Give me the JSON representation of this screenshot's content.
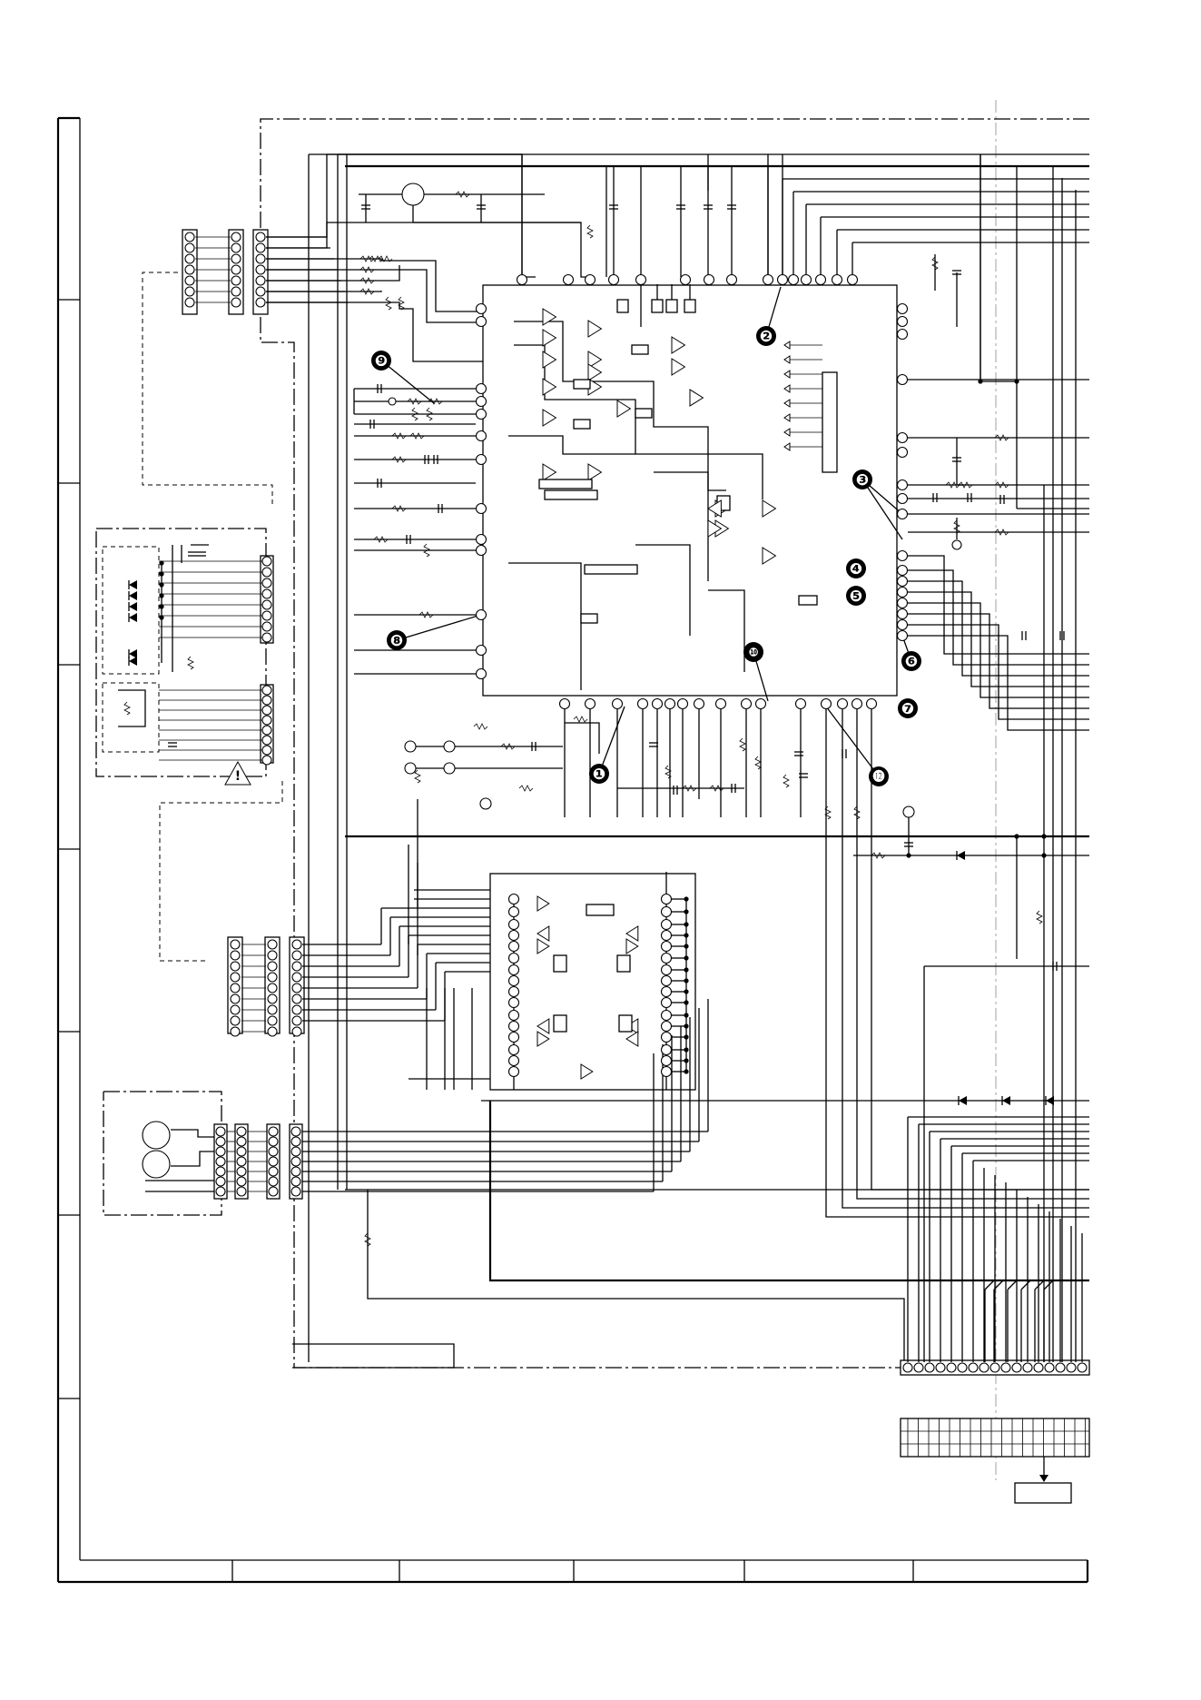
{
  "reference_markers": [
    {
      "id": 1,
      "label": "❶"
    },
    {
      "id": 2,
      "label": "❷"
    },
    {
      "id": 3,
      "label": "❸"
    },
    {
      "id": 4,
      "label": "❹"
    },
    {
      "id": 5,
      "label": "❺"
    },
    {
      "id": 6,
      "label": "❻"
    },
    {
      "id": 7,
      "label": "❼"
    },
    {
      "id": 8,
      "label": "❽"
    },
    {
      "id": 9,
      "label": "❾"
    },
    {
      "id": 10,
      "label": "❿"
    },
    {
      "id": 12,
      "label": "⓬"
    }
  ],
  "warning_symbol": "!",
  "colors": {
    "ink": "#000000",
    "paper": "#ffffff",
    "centerline": "#9aa3ad"
  }
}
